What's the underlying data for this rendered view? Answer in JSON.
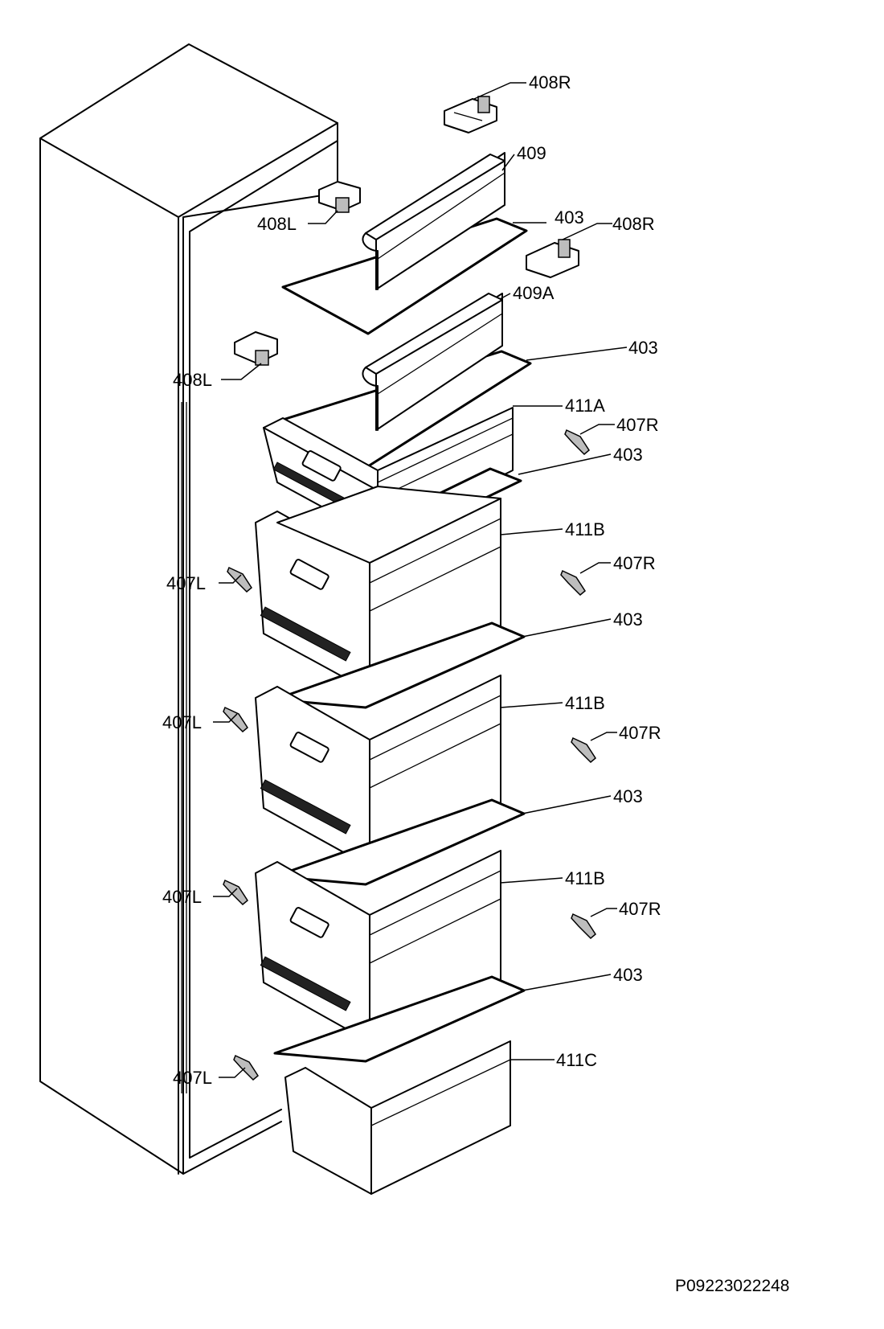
{
  "diagram": {
    "labels": {
      "l408R_top": "408R",
      "l409": "409",
      "l403_a": "403",
      "l408R_mid": "408R",
      "l408L_top": "408L",
      "l409A": "409A",
      "l403_b": "403",
      "l408L_mid": "408L",
      "l411A": "411A",
      "l407R_a": "407R",
      "l403_c": "403",
      "l411B_a": "411B",
      "l407R_b": "407R",
      "l407L_a": "407L",
      "l403_d": "403",
      "l411B_b": "411B",
      "l407L_b": "407L",
      "l407R_c": "407R",
      "l403_e": "403",
      "l411B_c": "411B",
      "l407L_c": "407L",
      "l407R_d": "407R",
      "l403_f": "403",
      "l407L_d": "407L",
      "l411C": "411C"
    },
    "document_code": "P09223022248"
  }
}
